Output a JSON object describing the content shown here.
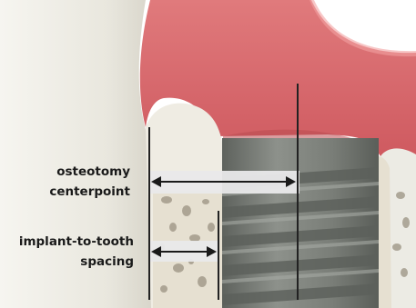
{
  "labels": {
    "osteotomy_line1": "osteotomy",
    "osteotomy_line2": "centerpoint",
    "spacing_line1": "implant-to-tooth",
    "spacing_line2": "spacing"
  },
  "colors": {
    "gum": "#d9686c",
    "gum_dark": "#b94a50",
    "tooth": "#eeece4",
    "bone": "#e8e2d4",
    "bone_pore": "#9a9282",
    "implant": "#7b7f7a",
    "implant_thread": "#5f635e",
    "label_band": "#e9e9ea",
    "line": "#222222"
  },
  "icons": {
    "centerpoint_arrow": "double-headed-arrow-icon",
    "spacing_arrow": "double-headed-arrow-icon"
  }
}
